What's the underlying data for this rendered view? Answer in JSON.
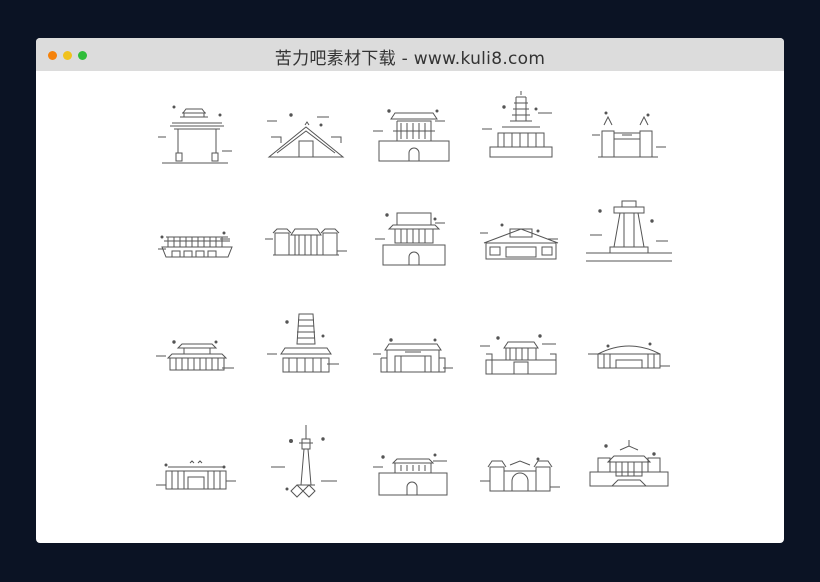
{
  "window": {
    "title": "苦力吧素材下载 - www.kuli8.com",
    "controls": [
      {
        "name": "close",
        "color": "#f5820b"
      },
      {
        "name": "minimize",
        "color": "#f0c21d"
      },
      {
        "name": "maximize",
        "color": "#2fbd3a"
      }
    ]
  },
  "gallery": {
    "description": "Line-art landmark building icons",
    "rows": 4,
    "columns": 5,
    "items": [
      {
        "icon": "archway-gate-icon",
        "row": 1,
        "col": 1
      },
      {
        "icon": "triangular-roof-hall-icon",
        "row": 1,
        "col": 2
      },
      {
        "icon": "city-wall-tower-icon",
        "row": 1,
        "col": 3
      },
      {
        "icon": "pagoda-icon",
        "row": 1,
        "col": 4
      },
      {
        "icon": "twin-tower-gate-icon",
        "row": 1,
        "col": 5
      },
      {
        "icon": "long-colonnade-hall-icon",
        "row": 2,
        "col": 1
      },
      {
        "icon": "palace-complex-icon",
        "row": 2,
        "col": 2
      },
      {
        "icon": "gate-tower-icon",
        "row": 2,
        "col": 3
      },
      {
        "icon": "museum-hall-icon",
        "row": 2,
        "col": 4
      },
      {
        "icon": "monument-tower-icon",
        "row": 2,
        "col": 5
      },
      {
        "icon": "double-eave-temple-icon",
        "row": 3,
        "col": 1
      },
      {
        "icon": "tall-pagoda-icon",
        "row": 3,
        "col": 2
      },
      {
        "icon": "station-building-icon",
        "row": 3,
        "col": 3
      },
      {
        "icon": "walled-palace-icon",
        "row": 3,
        "col": 4
      },
      {
        "icon": "arched-hall-icon",
        "row": 3,
        "col": 5
      },
      {
        "icon": "government-building-icon",
        "row": 4,
        "col": 1
      },
      {
        "icon": "tv-tower-icon",
        "row": 4,
        "col": 2
      },
      {
        "icon": "city-gate-icon",
        "row": 4,
        "col": 3
      },
      {
        "icon": "ornate-gateway-icon",
        "row": 4,
        "col": 4
      },
      {
        "icon": "grand-temple-icon",
        "row": 4,
        "col": 5
      }
    ]
  },
  "colors": {
    "background": "#0b1324",
    "titlebar": "#dcdcdc",
    "content": "#ffffff",
    "line": "#555555"
  }
}
